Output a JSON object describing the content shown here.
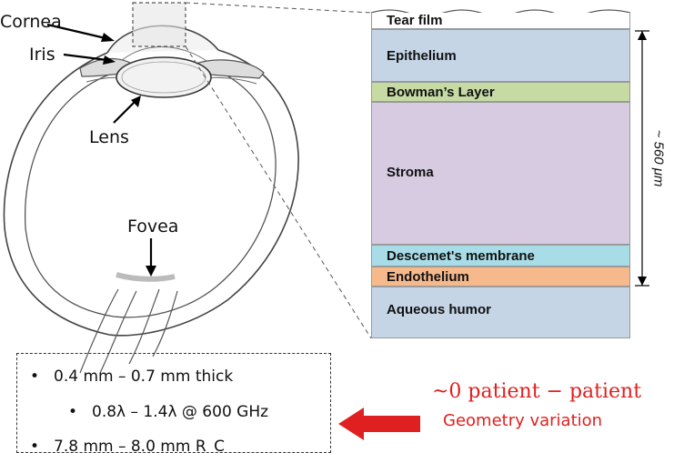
{
  "eye": {
    "labels": {
      "cornea": "Cornea",
      "iris": "Iris",
      "lens": "Lens",
      "fovea": "Fovea"
    }
  },
  "cornea_layers": {
    "tear_film": "Tear film",
    "epithelium": "Epithelium",
    "bowmans": "Bowman’s Layer",
    "stroma": "Stroma",
    "descemets": "Descemet's membrane",
    "endothelium": "Endothelium",
    "aqueous": "Aqueous humor",
    "thickness": "~ 560 μm",
    "colors": {
      "epithelium": "#c5d5e6",
      "bowmans": "#c6dba4",
      "stroma": "#d6cbe0",
      "descemets": "#a8dde8",
      "endothelium": "#f6b98c",
      "aqueous": "#c5d5e6",
      "tear_film": "#ffffff"
    }
  },
  "notes": {
    "bullets": [
      "0.4 mm – 0.7 mm thick",
      "0.8λ – 1.4λ @ 600 GHz",
      "7.8 mm – 8.0 mm R_C"
    ],
    "callout_line1": "~0 patient − patient",
    "callout_line2": "Geometry variation",
    "accent": "#e02020"
  }
}
